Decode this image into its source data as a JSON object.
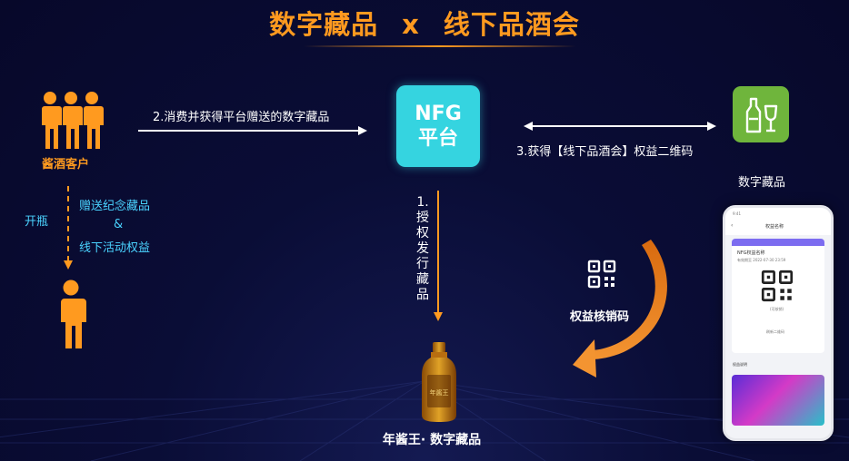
{
  "title": {
    "left": "数字藏品",
    "x": "x",
    "right": "线下品酒会"
  },
  "customer": {
    "label": "酱酒客户"
  },
  "steps": {
    "step2": "2.消费并获得平台赠送的数字藏品",
    "step3": "3.获得【线下品酒会】权益二维码",
    "step1_chars": [
      "1.",
      "授",
      "权",
      "发",
      "行",
      "藏",
      "品"
    ]
  },
  "platform": {
    "line1": "NFG",
    "line2": "平台"
  },
  "digital": {
    "label": "数字藏品"
  },
  "left_flow": {
    "action": "开瓶",
    "gift1": "赠送纪念藏品",
    "amp": "&",
    "gift2": "线下活动权益"
  },
  "verify": {
    "label": "权益核销码"
  },
  "bottle": {
    "label": "年酱王· 数字藏品",
    "brand": "年酱王"
  },
  "phone": {
    "time": "9:41",
    "nav_title": "权益名称",
    "card_title": "NFG权益名称",
    "card_sub": "有效期至 2022-07-30 23:59",
    "qr_hint": "(可核销)",
    "refresh": "刷新二维码",
    "section": "权益说明"
  },
  "colors": {
    "orange": "#ff9a1f",
    "cyan": "#35d4e0",
    "green": "#6fb53c",
    "background": "#07082a"
  }
}
